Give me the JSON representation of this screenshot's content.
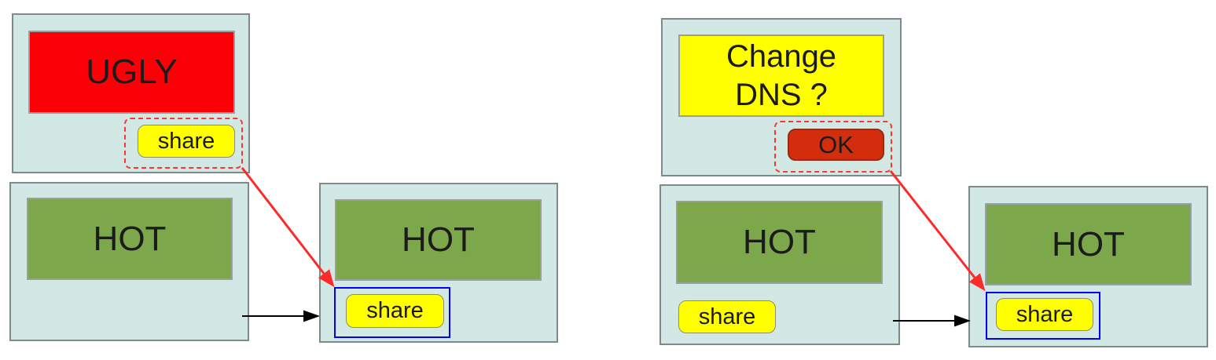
{
  "colors": {
    "panel_bg": "#d2e8e4",
    "panel_border": "#7d8a89",
    "ugly_red": "#fb0007",
    "hot_green": "#7ca74a",
    "button_yellow": "#ffff00",
    "ok_red": "#d22d0d",
    "highlight_blue": "#0000ff",
    "dashed_red": "#ff3333",
    "arrow_red": "#fb2b2b",
    "arrow_black": "#000000"
  },
  "left_scenario": {
    "ugly_panel": {
      "title": "UGLY",
      "share_button": "share"
    },
    "hot_source_panel": {
      "title": "HOT"
    },
    "hot_target_panel": {
      "title": "HOT",
      "share_button": "share"
    }
  },
  "right_scenario": {
    "dns_panel": {
      "title_line1": "Change",
      "title_line2": "DNS ?",
      "ok_button": "OK"
    },
    "hot_source_panel": {
      "title": "HOT",
      "share_button": "share"
    },
    "hot_target_panel": {
      "title": "HOT",
      "share_button": "share"
    }
  }
}
